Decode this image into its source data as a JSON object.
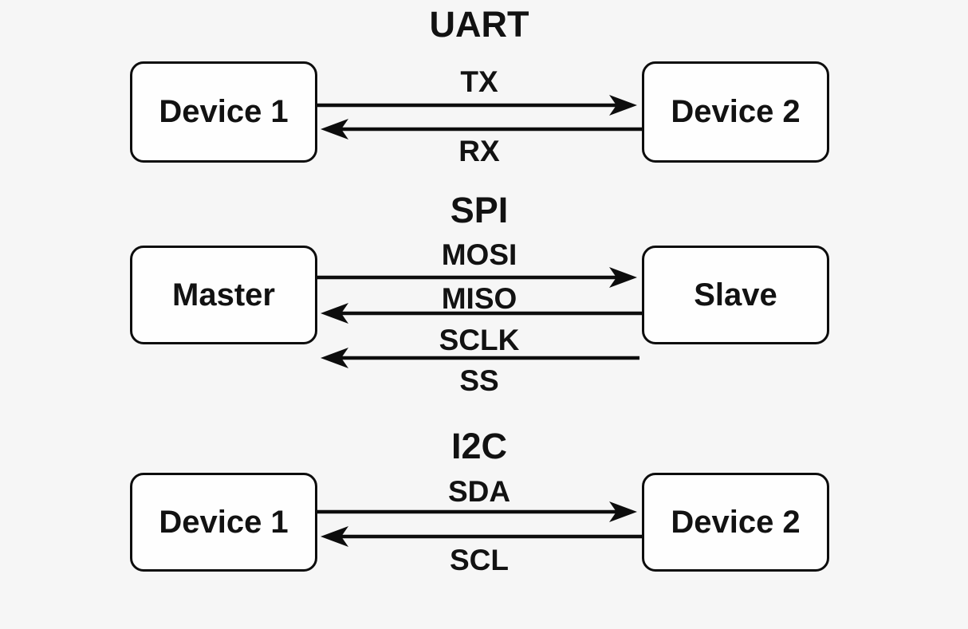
{
  "diagram": {
    "colors": {
      "background": "#f6f6f6",
      "ink": "#0d0d0d",
      "box_fill": "#fefefe"
    },
    "sections": [
      {
        "title": "UART",
        "left_box": "Device 1",
        "right_box": "Device 2",
        "signals": [
          {
            "label": "TX",
            "direction": "left-to-right"
          },
          {
            "label": "RX",
            "direction": "right-to-left"
          }
        ]
      },
      {
        "title": "SPI",
        "left_box": "Master",
        "right_box": "Slave",
        "signals": [
          {
            "label": "MOSI",
            "direction": "left-to-right"
          },
          {
            "label": "MISO",
            "direction": "right-to-left"
          },
          {
            "label": "SCLK",
            "direction": "right-to-left"
          },
          {
            "label": "SS",
            "direction": "right-to-left"
          }
        ]
      },
      {
        "title": "I2C",
        "left_box": "Device 1",
        "right_box": "Device 2",
        "signals": [
          {
            "label": "SDA",
            "direction": "left-to-right"
          },
          {
            "label": "SCL",
            "direction": "right-to-left"
          }
        ]
      }
    ]
  }
}
